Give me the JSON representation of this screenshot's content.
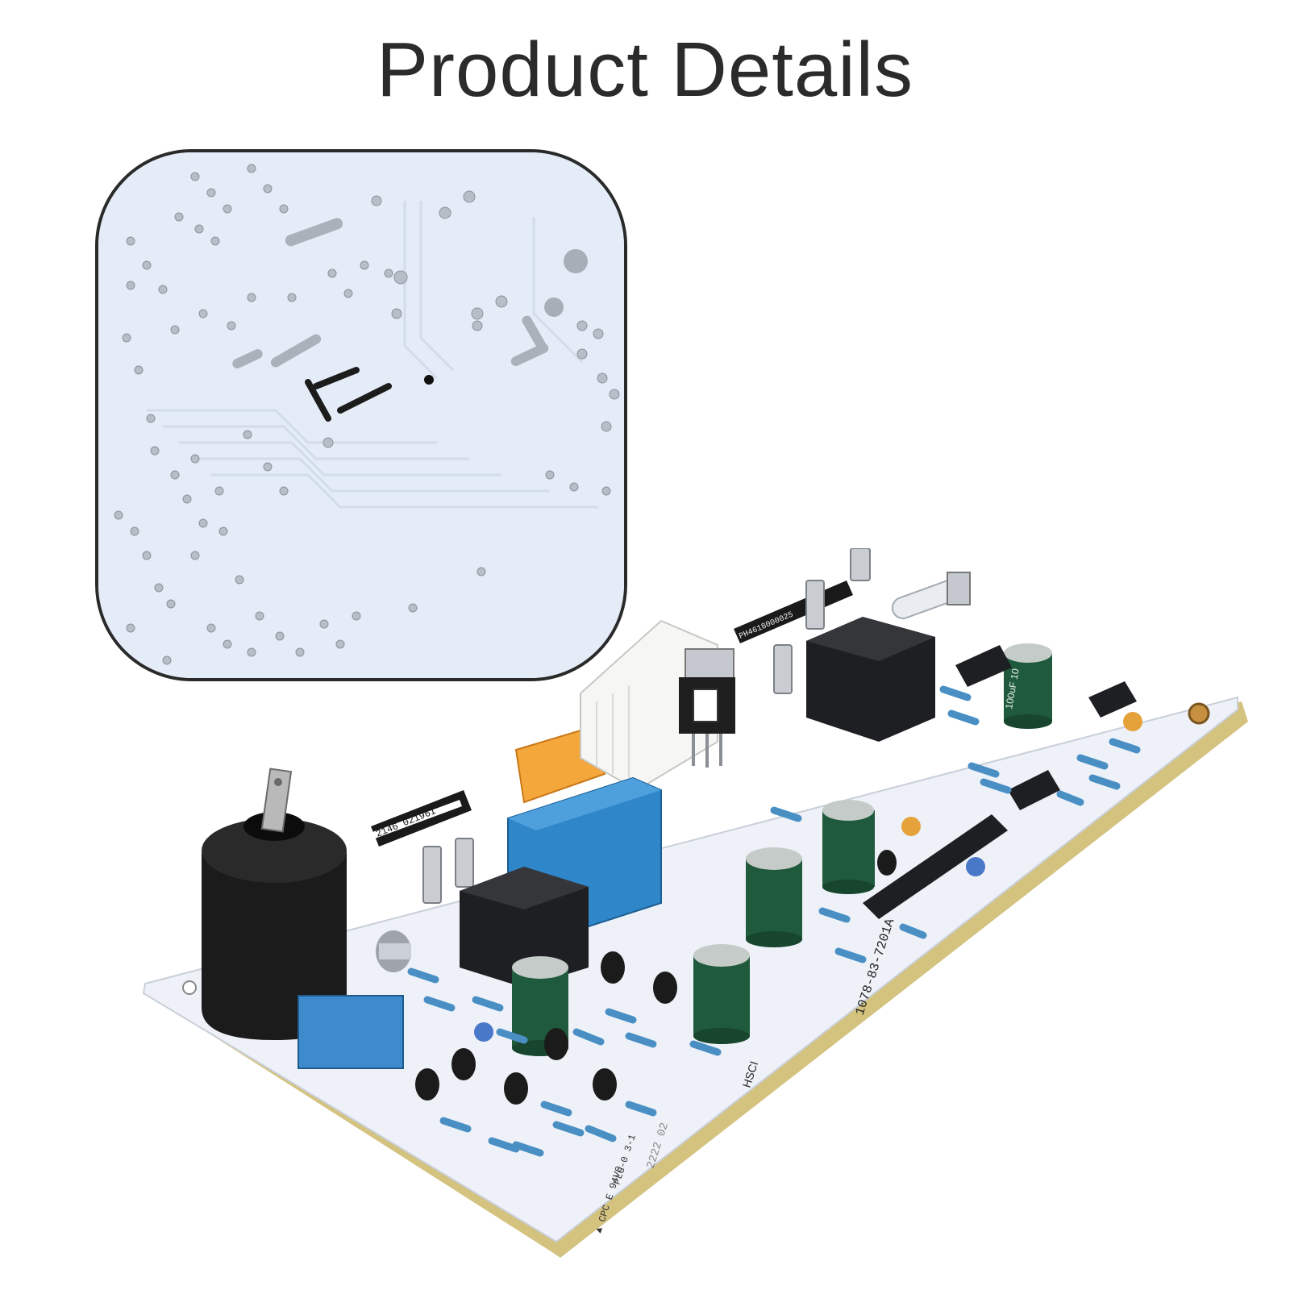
{
  "page": {
    "title": "Product Details"
  },
  "board_labels": {
    "barcode_main": "2146 02196I",
    "barcode_top": "PH4618000025",
    "part_number": "1078-83-7201A",
    "hsci": "HSCI",
    "version": "PLG-0 3-1",
    "mark": "▲ CPC E 94V0",
    "date_code": "2222 02",
    "cap_label": "100uF 10"
  },
  "colors": {
    "board": "#eef2f8",
    "board_edge": "#d9c98f",
    "relay_blue": "#2f86c8",
    "relay_black": "#1e1f22",
    "capacitor": "#1f5a3c",
    "fuse": "#f2a431",
    "resistor": "#4a8fc4"
  }
}
